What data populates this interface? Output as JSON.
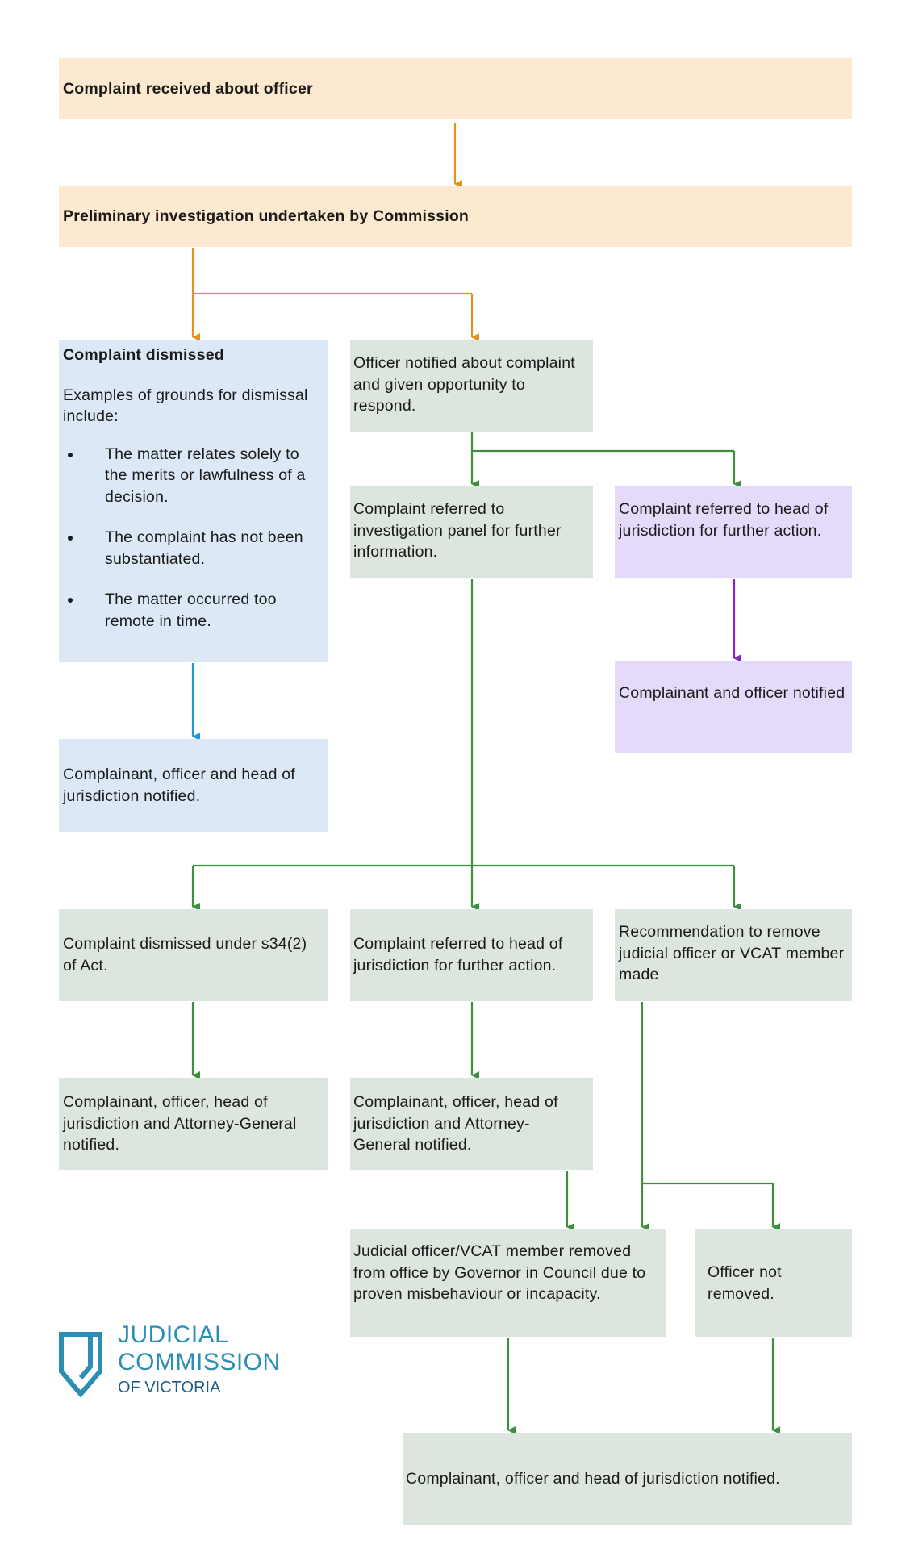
{
  "nodes": {
    "received": "Complaint received about officer",
    "preliminary": "Preliminary investigation undertaken by Commission",
    "dismissed": {
      "title": "Complaint dismissed",
      "intro": "Examples of grounds for dismissal include:",
      "grounds": [
        "The matter relates solely to the merits or lawfulness of a decision.",
        "The complaint has not been substantiated.",
        "The matter occurred too remote in time."
      ]
    },
    "dismissed_notified": "Complainant, officer and head of jurisdiction notified.",
    "officer_notified": "Officer notified about complaint and given opportunity to respond.",
    "panel": "Complaint referred to investigation panel for further information.",
    "head_referral_1": "Complaint referred to head of jurisdiction for further action.",
    "complainant_officer_notified": "Complainant and officer notified",
    "dismissed_s34": "Complaint dismissed under s34(2) of Act.",
    "head_referral_2": "Complaint referred to head of jurisdiction for further action.",
    "recommendation": "Recommendation to remove judicial officer or VCAT member made",
    "ag_notified_1": "Complainant, officer, head of jurisdiction and Attorney-General notified.",
    "ag_notified_2": "Complainant, officer, head of jurisdiction and Attorney-General notified.",
    "removed": "Judicial officer/VCAT member removed from office by Governor in Council due to proven misbehaviour or incapacity.",
    "not_removed": "Officer not removed.",
    "final_notified": "Complainant, officer and head of jurisdiction notified."
  },
  "logo": {
    "line1": "JUDICIAL",
    "line2": "COMMISSION",
    "line3": "OF VICTORIA"
  },
  "colors": {
    "orange_box": "#fce9d0",
    "orange_arrow": "#e0931f",
    "blue_box": "#dce8f6",
    "blue_arrow": "#1f9ad6",
    "green_box": "#dde6de",
    "green_arrow": "#3c8f3c",
    "purple_box": "#e6dafa",
    "purple_arrow": "#8a1fd6",
    "logo": "#2a8fb3"
  }
}
